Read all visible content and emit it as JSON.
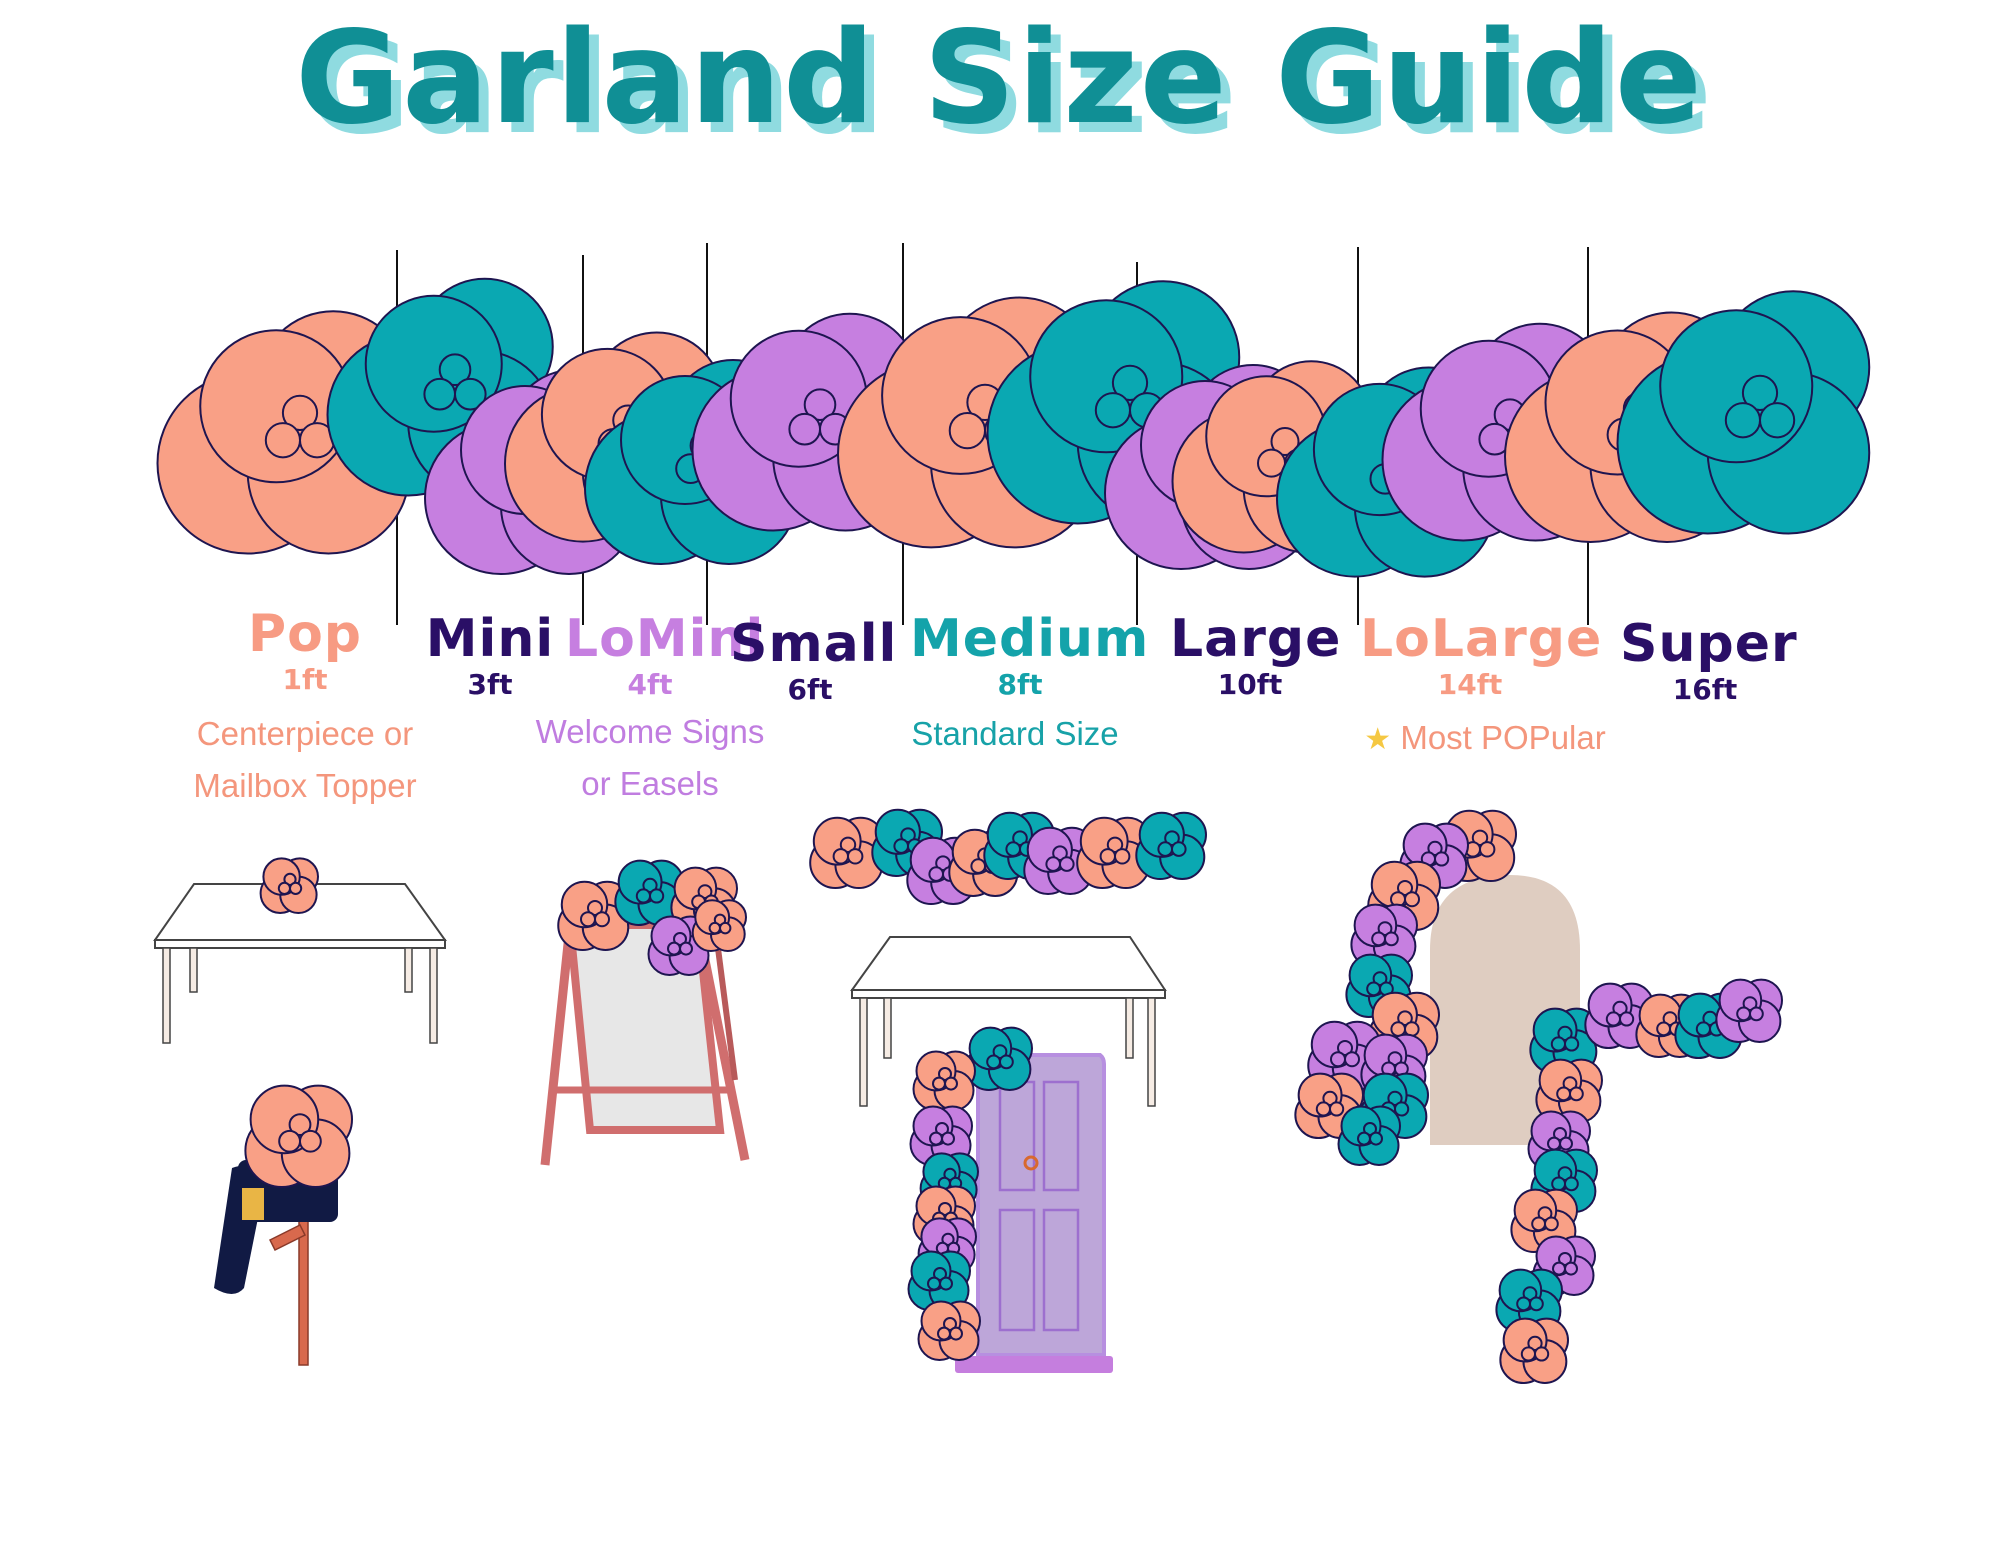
{
  "title": "Garland Size Guide",
  "colors": {
    "title": "#108f95",
    "title_shadow": "#8fdbe0",
    "peach": "#f9a086",
    "teal": "#0aa8b2",
    "purple": "#c67fe0",
    "navy": "#2a0f66",
    "outline": "#1e1550"
  },
  "sizes": [
    {
      "name": "Pop",
      "length": "1ft",
      "color": "#f79b83"
    },
    {
      "name": "Mini",
      "length": "3ft",
      "color": "#2a0f66"
    },
    {
      "name": "LoMini",
      "length": "4ft",
      "color": "#c67fe0"
    },
    {
      "name": "Small",
      "length": "6ft",
      "color": "#2a0f66"
    },
    {
      "name": "Medium",
      "length": "8ft",
      "color": "#14a3aa"
    },
    {
      "name": "Large",
      "length": "10ft",
      "color": "#2a0f66"
    },
    {
      "name": "LoLarge",
      "length": "14ft",
      "color": "#f79b83"
    },
    {
      "name": "Super",
      "length": "16ft",
      "color": "#2a0f66"
    }
  ],
  "notes": {
    "pop_line1": "Centerpiece or",
    "pop_line2": "Mailbox Topper",
    "lomini_line1": "Welcome Signs",
    "lomini_line2": "or Easels",
    "medium": "Standard Size",
    "lolarge": "Most POPular"
  },
  "icons": {
    "star": "star-icon"
  }
}
